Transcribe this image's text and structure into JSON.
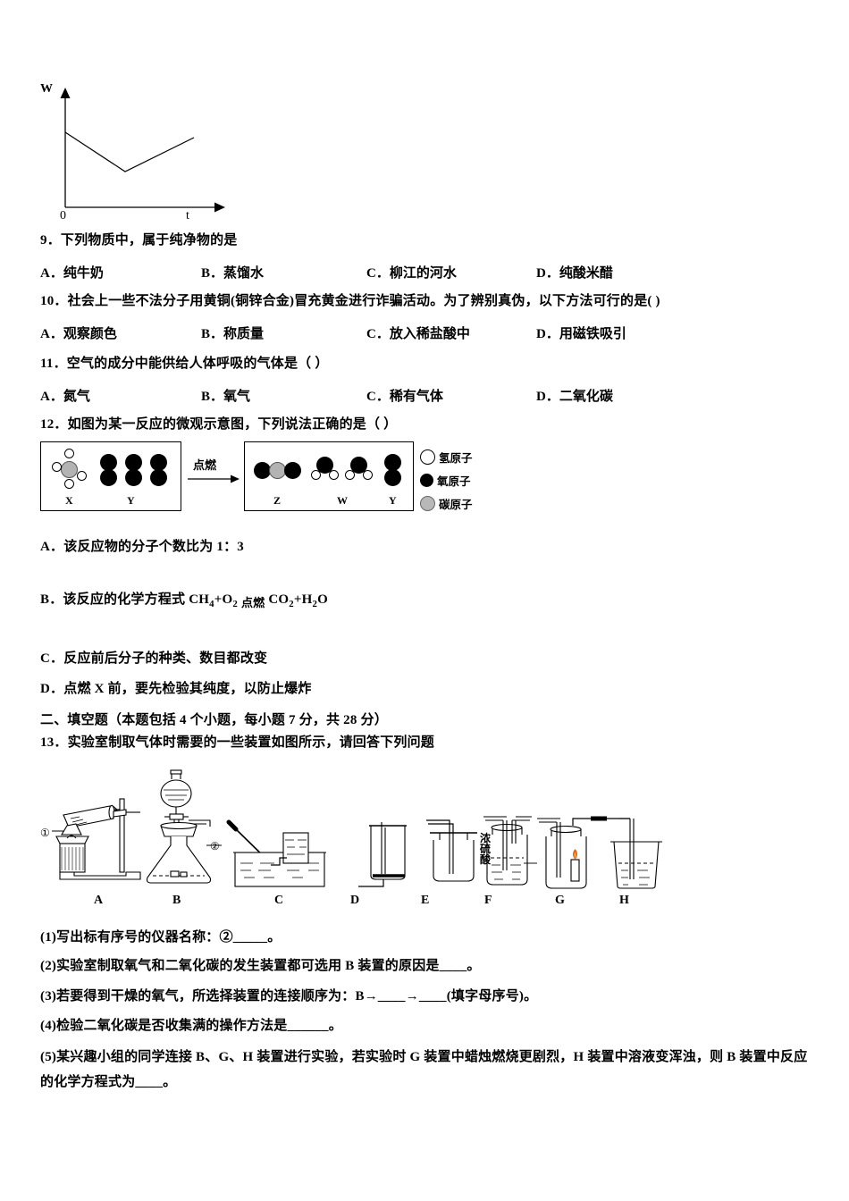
{
  "graph": {
    "y_axis_label": "W",
    "x_axis_label": "t",
    "origin_label": "0",
    "chart_type": "line"
  },
  "questions": [
    {
      "number": "9",
      "stem": "下列物质中，属于纯净物的是",
      "options": [
        {
          "key": "A",
          "text": "纯牛奶"
        },
        {
          "key": "B",
          "text": "蒸馏水"
        },
        {
          "key": "C",
          "text": "柳江的河水"
        },
        {
          "key": "D",
          "text": "纯酸米醋"
        }
      ]
    },
    {
      "number": "10",
      "stem": "社会上一些不法分子用黄铜(铜锌合金)冒充黄金进行诈骗活动。为了辨别真伪，以下方法可行的是(    )",
      "options": [
        {
          "key": "A",
          "text": "观察颜色"
        },
        {
          "key": "B",
          "text": "称质量"
        },
        {
          "key": "C",
          "text": "放入稀盐酸中"
        },
        {
          "key": "D",
          "text": "用磁铁吸引"
        }
      ]
    },
    {
      "number": "11",
      "stem": "空气的成分中能供给人体呼吸的气体是（      ）",
      "options": [
        {
          "key": "A",
          "text": "氮气"
        },
        {
          "key": "B",
          "text": "氧气"
        },
        {
          "key": "C",
          "text": "稀有气体"
        },
        {
          "key": "D",
          "text": "二氧化碳"
        }
      ]
    },
    {
      "number": "12",
      "stem": "如图为某一反应的微观示意图，下列说法正确的是（      ）",
      "options": [
        {
          "key": "A",
          "text": "该反应物的分子个数比为 1：3"
        },
        {
          "key": "B",
          "text": "该反应的化学方程式"
        },
        {
          "key": "C",
          "text": "反应前后分子的种类、数目都改变"
        },
        {
          "key": "D",
          "text": "点燃 X 前，要先检验其纯度，以防止爆炸"
        }
      ]
    }
  ],
  "molecule_diagram": {
    "condition_label": "点燃",
    "reactants": [
      {
        "label": "X",
        "formula": "CH4",
        "count": 1
      },
      {
        "label": "Y",
        "formula": "O2",
        "count": 3
      }
    ],
    "products": [
      {
        "label": "Z",
        "formula": "CO2",
        "count": 1
      },
      {
        "label": "W",
        "formula": "H2O",
        "count": 2
      },
      {
        "label": "Y",
        "formula": "O2",
        "count": 1
      }
    ],
    "legend": [
      {
        "type": "h",
        "label": "氢原子"
      },
      {
        "type": "o",
        "label": "氧原子"
      },
      {
        "type": "c",
        "label": "碳原子"
      }
    ]
  },
  "equation": {
    "left": "CH4+O2",
    "condition": "点燃",
    "right": "CO2+H2O"
  },
  "section": {
    "heading": "二、填空题（本题包括 4 个小题，每小题 7 分，共 28 分）"
  },
  "question13": {
    "number": "13",
    "stem": "实验室制取气体时需要的一些装置如图所示，请回答下列问题",
    "apparatus_labels": [
      "A",
      "B",
      "C",
      "D",
      "E",
      "F",
      "G",
      "H"
    ],
    "callouts": [
      "①",
      "②"
    ],
    "vertical_label": "浓硫酸",
    "sub_questions": [
      "(1)写出标有序号的仪器名称：②_____。",
      "(2)实验室制取氧气和二氧化碳的发生装置都可选用 B 装置的原因是____。",
      "(3)若要得到干燥的氧气，所选择装置的连接顺序为：B→____→____(填字母序号)。",
      "(4)检验二氧化碳是否收集满的操作方法是______。",
      "(5)某兴趣小组的同学连接 B、G、H 装置进行实验，若实验时 G 装置中蜡烛燃烧更剧烈，H 装置中溶液变浑浊，则 B 装置中反应的化学方程式为____。"
    ]
  },
  "colors": {
    "oxygen_atom": "#000000",
    "carbon_atom": "#b3b3b3",
    "hydrogen_atom": "#ffffff",
    "flame": "#e06010"
  }
}
